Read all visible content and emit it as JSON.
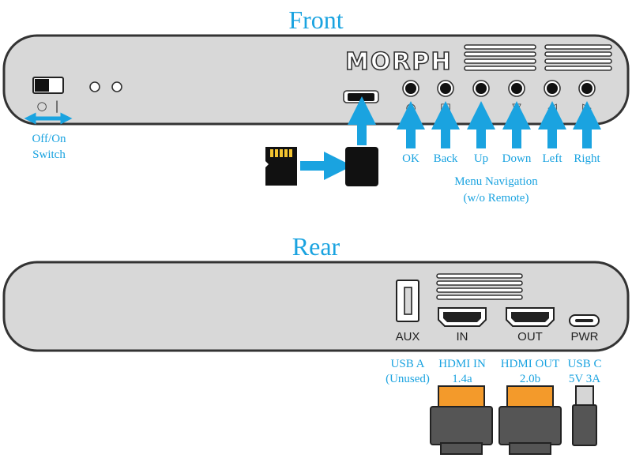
{
  "front": {
    "title": "Front",
    "logo": "MORPH",
    "power_symbols": {
      "off": "○",
      "on": "|"
    },
    "switch_label_line1": "Off/On",
    "switch_label_line2": "Switch",
    "nav_buttons": [
      {
        "symbol": "○",
        "label": "OK"
      },
      {
        "symbol": "□",
        "label": "Back"
      },
      {
        "symbol": "△",
        "label": "Up"
      },
      {
        "symbol": "▽",
        "label": "Down"
      },
      {
        "symbol": "◁",
        "label": "Left"
      },
      {
        "symbol": "▷",
        "label": "Right"
      }
    ],
    "nav_caption_line1": "Menu Navigation",
    "nav_caption_line2": "(w/o Remote)"
  },
  "rear": {
    "title": "Rear",
    "ports": [
      {
        "panel_label": "AUX",
        "caption_line1": "USB A",
        "caption_line2": "(Unused)"
      },
      {
        "panel_label": "IN",
        "caption_line1": "HDMI IN",
        "caption_line2": "1.4a"
      },
      {
        "panel_label": "OUT",
        "caption_line1": "HDMI OUT",
        "caption_line2": "2.0b"
      },
      {
        "panel_label": "PWR",
        "caption_line1": "USB C",
        "caption_line2": "5V 3A"
      }
    ]
  },
  "colors": {
    "accent_blue": "#1aa3e0",
    "device_body": "#d8d8d8",
    "device_outline": "#333333",
    "hdmi_connector": "#f39a2b",
    "connector_dark": "#555555",
    "usb_c_light": "#d6d6d6"
  }
}
